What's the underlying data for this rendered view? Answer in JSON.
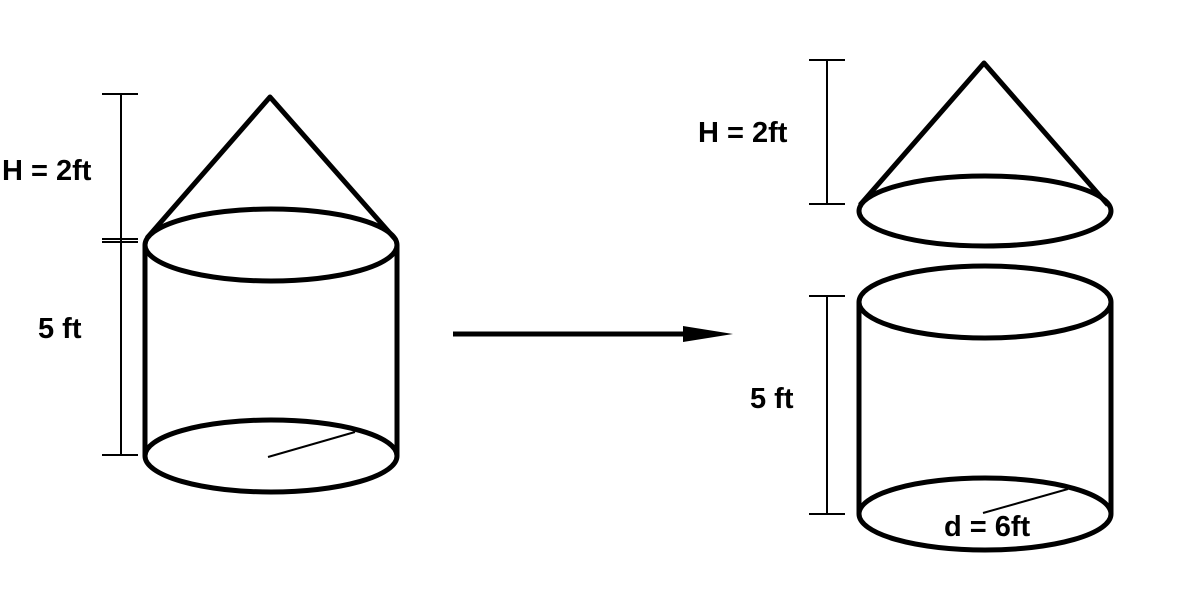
{
  "diagram": {
    "description": "Composite solid (cone on top of cylinder) decomposed into a separate cone and cylinder",
    "left_figure": {
      "cone_height_label": "H = 2ft",
      "cylinder_height_label": "5 ft"
    },
    "transition": {
      "arrow_direction": "right"
    },
    "right_figure": {
      "cone_height_label": "H = 2ft",
      "cylinder_height_label": "5 ft",
      "diameter_label": "d = 6ft"
    },
    "colors": {
      "stroke": "#000000",
      "background": "#ffffff"
    }
  }
}
